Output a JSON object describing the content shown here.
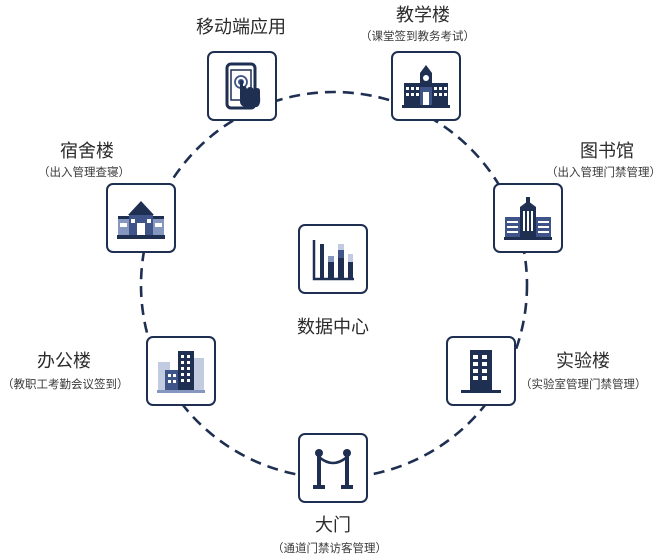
{
  "center": {
    "label": "数据中心",
    "icon": "bar-chart-icon"
  },
  "nodes": {
    "mobile": {
      "title": "移动端应用",
      "icon": "touch-phone-icon"
    },
    "teaching": {
      "title": "教学楼",
      "sub": "（课堂签到教务考试）",
      "icon": "teaching-building-icon"
    },
    "library": {
      "title": "图书馆",
      "sub": "（出入管理门禁管理）",
      "icon": "library-building-icon"
    },
    "lab": {
      "title": "实验楼",
      "sub": "（实验室管理门禁管理）",
      "icon": "tower-building-icon"
    },
    "gate": {
      "title": "大门",
      "sub": "（通道门禁访客管理）",
      "icon": "barrier-posts-icon"
    },
    "office": {
      "title": "办公楼",
      "sub": "（教职工考勤会议签到）",
      "icon": "office-buildings-icon"
    },
    "dormitory": {
      "title": "宿舍楼",
      "sub": "（出入管理查寝）",
      "icon": "dormitory-house-icon"
    }
  },
  "colors": {
    "navy": "#1e2f52",
    "mid": "#3f5488",
    "light": "#8596bf",
    "pale": "#c3cbe0"
  }
}
